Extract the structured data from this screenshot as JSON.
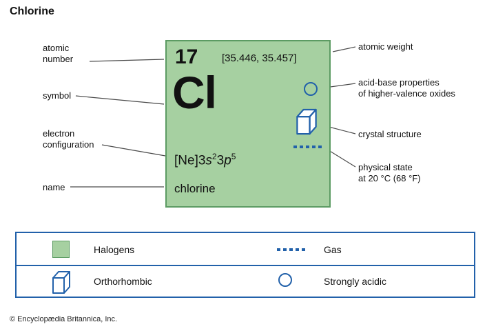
{
  "title": "Chlorine",
  "copyright": "© Encyclopædia Britannica, Inc.",
  "colors": {
    "halogen_fill": "#a6d0a1",
    "halogen_border": "#5c9b63",
    "blue": "#2261aa",
    "connector": "#4a4a4a"
  },
  "card": {
    "atomic_number": "17",
    "atomic_weight": "[35.446, 35.457]",
    "symbol": "Cl",
    "electron_configuration": {
      "pre": "[Ne]3",
      "s": "s",
      "s_sup": "2",
      "mid": "3",
      "p": "p",
      "p_sup": "5"
    },
    "name": "chlorine"
  },
  "callouts": {
    "left": [
      {
        "text": "atomic\nnumber"
      },
      {
        "text": "symbol"
      },
      {
        "text": "electron\nconfiguration"
      },
      {
        "text": "name"
      }
    ],
    "right": [
      {
        "text": "atomic weight"
      },
      {
        "text": "acid-base properties\nof higher-valence oxides"
      },
      {
        "text": "crystal structure"
      },
      {
        "text": "physical state\nat 20 °C (68 °F)"
      }
    ]
  },
  "legend": {
    "items": [
      {
        "icon": "halogens-swatch",
        "label": "Halogens"
      },
      {
        "icon": "gas-dashes",
        "label": "Gas"
      },
      {
        "icon": "orthorhombic-cube",
        "label": "Orthorhombic"
      },
      {
        "icon": "strongly-acidic-circle",
        "label": "Strongly acidic"
      }
    ]
  }
}
